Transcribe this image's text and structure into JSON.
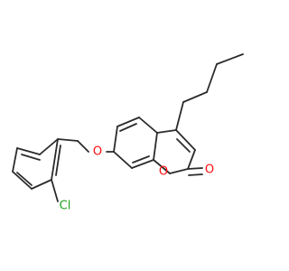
{
  "molecule": {
    "atoms": {
      "oxygen_ether": "O",
      "oxygen_ring": "O",
      "oxygen_carbonyl": "O",
      "chlorine": "Cl"
    }
  },
  "colors": {
    "bond": "#2b2b2b",
    "oxygen": "#ff0d0d",
    "chlorine": "#1fa21f"
  }
}
